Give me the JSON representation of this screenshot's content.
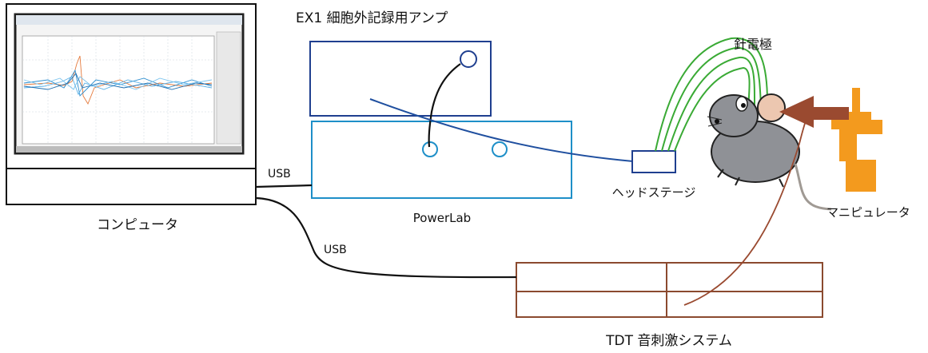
{
  "labels": {
    "computer": "コンピュータ",
    "amplifier": "EX1 細胞外記録用アンプ",
    "powerlab": "PowerLab",
    "headstage": "ヘッドステージ",
    "needle_electrode": "針電極",
    "manipulator": "マニピュレータ",
    "tdt": "TDT 音刺激システム",
    "usb_top": "USB",
    "usb_bottom": "USB"
  },
  "colors": {
    "amplifier": "#1f3f8f",
    "powerlab": "#1e8fc8",
    "headstage_cable": "#1f4f9f",
    "electrode_wires": "#3aaa35",
    "tdt": "#8b4a2f",
    "manipulator": "#f39a1e",
    "speaker_arrow": "#9a4a30",
    "cable": "#111111"
  },
  "icons": {
    "mouse": "mouse-icon",
    "screen": "waveform-screen-icon"
  }
}
